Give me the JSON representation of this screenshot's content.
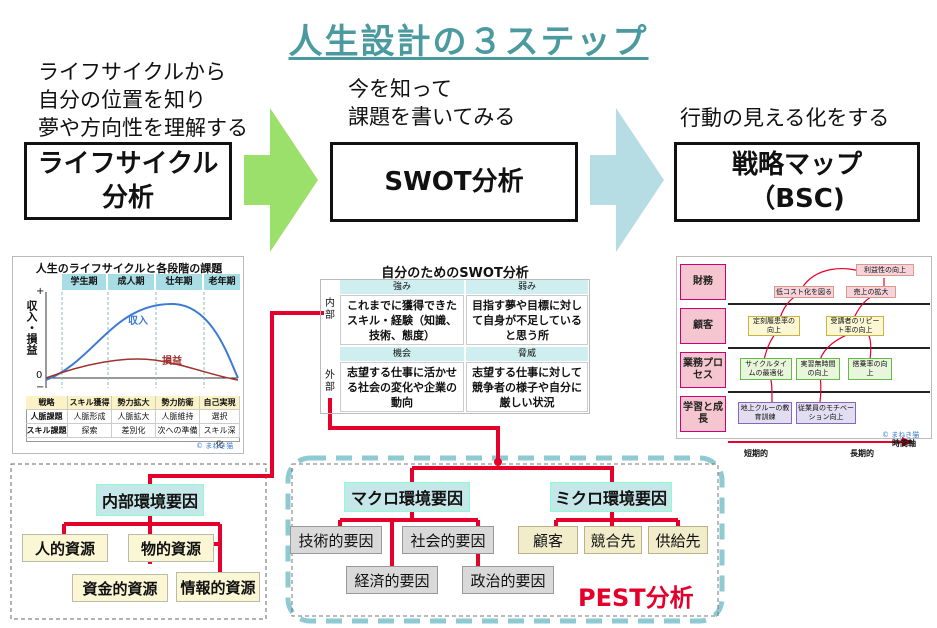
{
  "title": "人生設計の３ステップ",
  "steps": [
    {
      "subtext": [
        "ライフサイクルから",
        "自分の位置を知り",
        "夢や方向性を理解する"
      ],
      "box_lines": [
        "ライフサイクル",
        "分析"
      ]
    },
    {
      "subtext": [
        "今を知って",
        "課題を書いてみる"
      ],
      "box_lines": [
        "SWOT分析"
      ]
    },
    {
      "subtext": [
        "行動の見える化をする"
      ],
      "box_lines": [
        "戦略マップ",
        "（BSC)"
      ]
    }
  ],
  "lifecycle": {
    "title": "人生のライフサイクルと各段階の課題",
    "stages": [
      "学生期",
      "成人期",
      "壮年期",
      "老年期"
    ],
    "y_label": "収入・損益",
    "income_label": "収入",
    "loss_label": "損益",
    "axis_plus": "+",
    "axis_zero": "0",
    "axis_minus": "−",
    "table_header": [
      "戦略",
      "スキル獲得",
      "勢力拡大",
      "勢力防衛",
      "自己実現"
    ],
    "table_rows": [
      [
        "人脈課題",
        "人脈形成",
        "人脈拡大",
        "人脈維持",
        "選択"
      ],
      [
        "スキル課題",
        "探索",
        "差別化",
        "次への準備",
        "スキル深化"
      ]
    ],
    "credit": "© まねき猫"
  },
  "swot": {
    "title": "自分のためのSWOT分析",
    "col_headers_top": [
      "強み",
      "弱み"
    ],
    "col_headers_bottom": [
      "機会",
      "脅威"
    ],
    "row_labels": [
      "内部",
      "外部"
    ],
    "cells": [
      "これまでに獲得できたスキル・経験（知識、技術、態度）",
      "目指す夢や目標に対して自身が不足していると思う所",
      "志望する仕事に活かせる社会の変化や企業の動向",
      "志望する仕事に対して競争者の様子や自分に厳しい状況"
    ]
  },
  "bsc": {
    "rows": [
      "財務",
      "顧客",
      "業務プロセス",
      "学習と成長"
    ],
    "nodes": [
      "利益性の向上",
      "低コスト化を図る",
      "売上の拡大",
      "定刻履患率の向上",
      "受講者のリピート率の向上",
      "サイクルタイムの最適化",
      "実習無時間の向上",
      "搭乗率の向上",
      "地上クルーの教育訓練",
      "従業員のモチベーション向上"
    ],
    "axis_start": "短期的",
    "axis_mid": "長期的",
    "axis_end": "時間軸",
    "credit": "© まねき猫"
  },
  "tree": {
    "internal_root": "内部環境要因",
    "internal_children": [
      "人的資源",
      "物的資源",
      "資金的資源",
      "情報的資源"
    ],
    "macro_root": "マクロ環境要因",
    "macro_children": [
      "技術的要因",
      "社会的要因",
      "経済的要因",
      "政治的要因"
    ],
    "micro_root": "ミクロ環境要因",
    "micro_children": [
      "顧客",
      "競合先",
      "供給先"
    ],
    "pest_label": "PEST分析"
  },
  "colors": {
    "title": "#4a9aa0",
    "tree_line": "#e4002b",
    "arrow1": "#9be06a",
    "arrow2": "#b6dde3",
    "cyan_node": "#c6e7e9",
    "yellow_node": "#fbf7d5",
    "gray_node": "#d9d9d9"
  }
}
